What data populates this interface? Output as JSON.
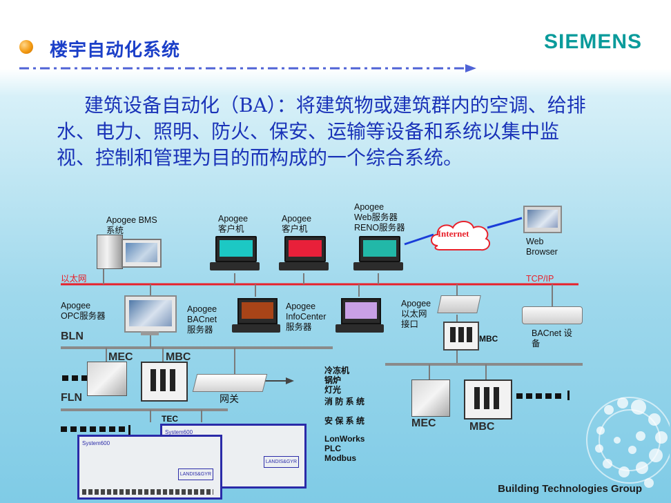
{
  "header": {
    "title": "楼宇自动化系统",
    "logo": "SIEMENS"
  },
  "body_text": "建筑设备自动化（BA）：将建筑物或建筑群内的空调、给排水、电力、照明、防火、保安、运输等设备和系统以集中监视、控制和管理为目的而构成的一个综合系统。",
  "diagram": {
    "top_nodes": {
      "bms": "Apogee   BMS\n系统",
      "client1": "Apogee\n客户机",
      "client2": "Apogee\n客户机",
      "web_server": "Apogee\nWeb服务器\nRENO服务器",
      "internet": "Internet",
      "web_browser": "Web\nBrowser"
    },
    "ethernet": {
      "left_label": "以太网",
      "right_label": "TCP/IP"
    },
    "mid_nodes": {
      "opc": "Apogee\nOPC服务器",
      "bacnet_server": "Apogee\nBACnet\n服务器",
      "infocenter": "Apogee\nInfoCenter\n服务器",
      "ethernet_interface": "Apogee\n以太网\n接口",
      "mbc_right": "MBC",
      "bacnet_device": "BACnet  设\n备"
    },
    "bln": {
      "label": "BLN",
      "mec": "MEC",
      "mbc": "MBC"
    },
    "fln": {
      "label": "FLN",
      "gateway": "网关",
      "tec": "TEC"
    },
    "systems_list": [
      "冷冻机",
      "锅炉",
      "灯光",
      "消  防  系  统",
      "",
      "安  保  系  统",
      "",
      "LonWorks",
      "PLC",
      "Modbus"
    ],
    "right_group": {
      "mec": "MEC",
      "mbc": "MBC"
    },
    "panels": {
      "panel1_title": "System600",
      "panel1_brand": "LANDIS&GYR",
      "panel2_title": "System600",
      "panel2_brand": "LANDIS&GYR"
    }
  },
  "footer": "Building Technologies Group",
  "colors": {
    "title": "#1b3fc8",
    "body_text": "#1a33b8",
    "logo": "#0a9b9b",
    "ethernet_line": "#e8202a",
    "bus_line": "#8a8a8a",
    "bullet": "#f39a12"
  }
}
